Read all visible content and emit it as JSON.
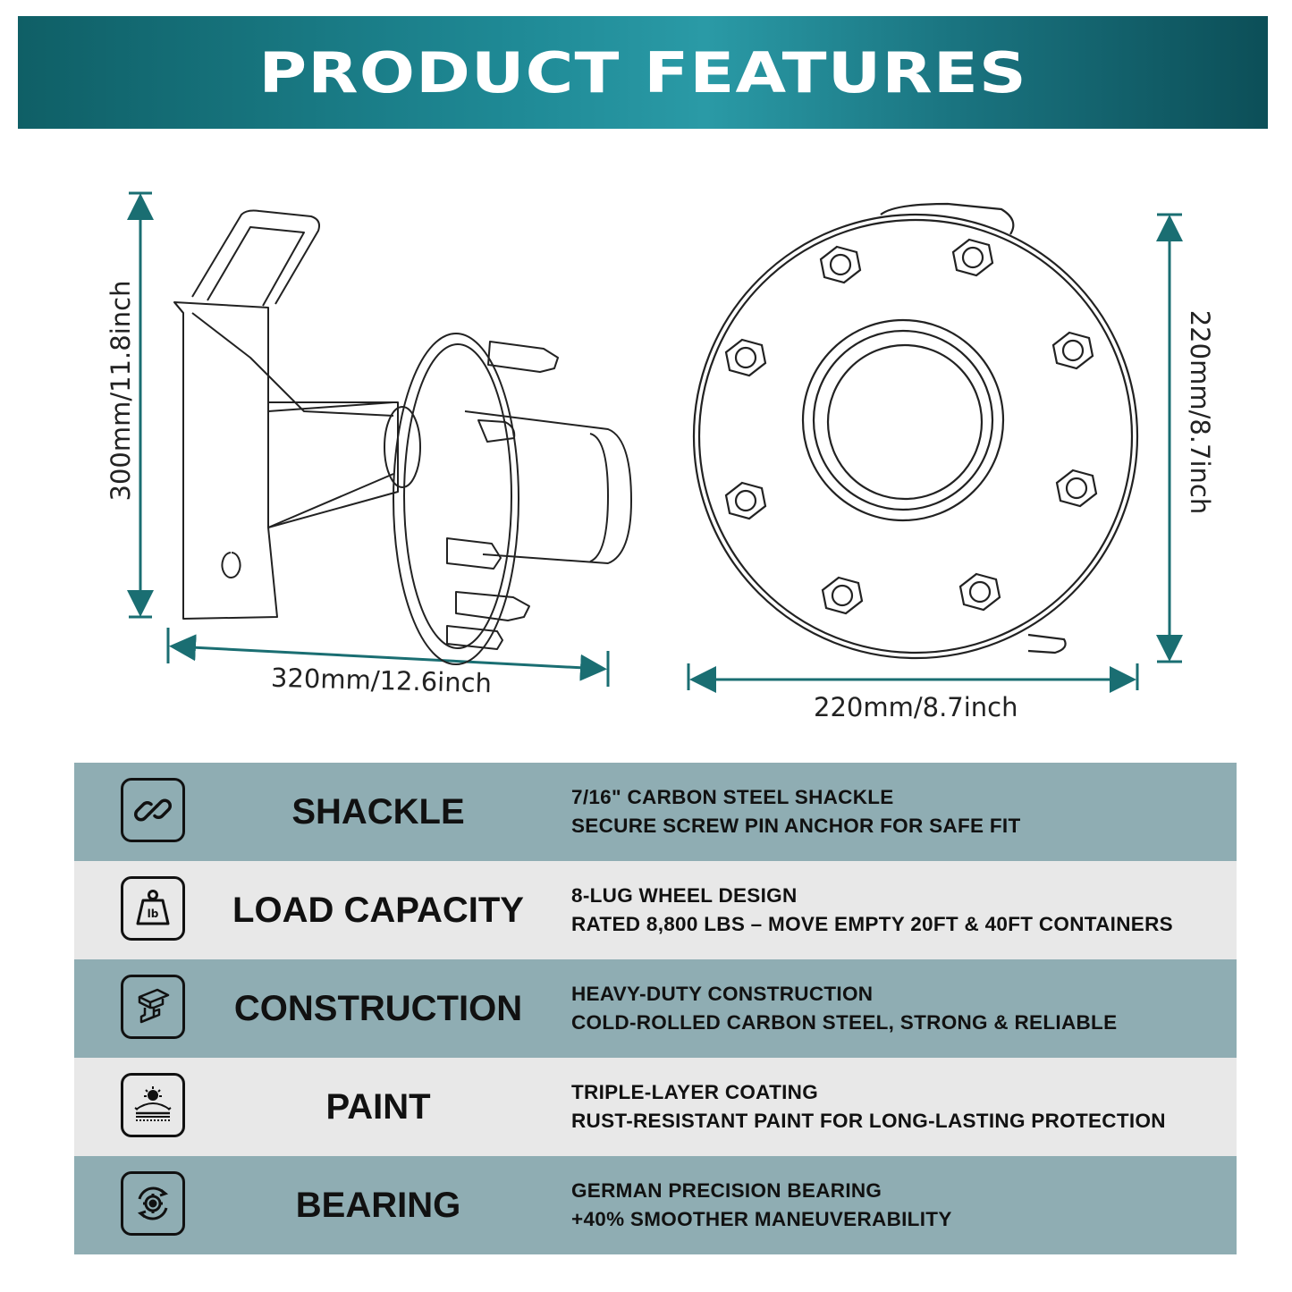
{
  "banner": {
    "title": "PRODUCT FEATURES"
  },
  "dimensions": {
    "side_height": "300mm/11.8inch",
    "side_width": "320mm/12.6inch",
    "front_height": "220mm/8.7inch",
    "front_width": "220mm/8.7inch"
  },
  "colors": {
    "banner": "#1f8a96",
    "arrow": "#1a6e72",
    "row_dark": "#8fadb3",
    "row_light": "#e8e8e8"
  },
  "features": [
    {
      "icon": "chain-link-icon",
      "name": "SHACKLE",
      "lines": [
        "7/16\" CARBON STEEL SHACKLE",
        "SECURE SCREW PIN ANCHOR FOR SAFE FIT"
      ]
    },
    {
      "icon": "weight-lb-icon",
      "icon_text": "lb",
      "name": "LOAD CAPACITY",
      "lines": [
        "8-LUG WHEEL DESIGN",
        "RATED 8,800 LBS – MOVE EMPTY 20FT & 40FT CONTAINERS"
      ]
    },
    {
      "icon": "steel-beam-icon",
      "name": "CONSTRUCTION",
      "lines": [
        "HEAVY-DUTY CONSTRUCTION",
        "COLD-ROLLED CARBON STEEL, STRONG & RELIABLE"
      ]
    },
    {
      "icon": "paint-coating-icon",
      "name": "PAINT",
      "lines": [
        "TRIPLE-LAYER COATING",
        "RUST-RESISTANT PAINT FOR LONG-LASTING PROTECTION"
      ]
    },
    {
      "icon": "bearing-gear-icon",
      "name": "BEARING",
      "lines": [
        "GERMAN PRECISION BEARING",
        "+40% SMOOTHER MANEUVERABILITY"
      ]
    }
  ]
}
